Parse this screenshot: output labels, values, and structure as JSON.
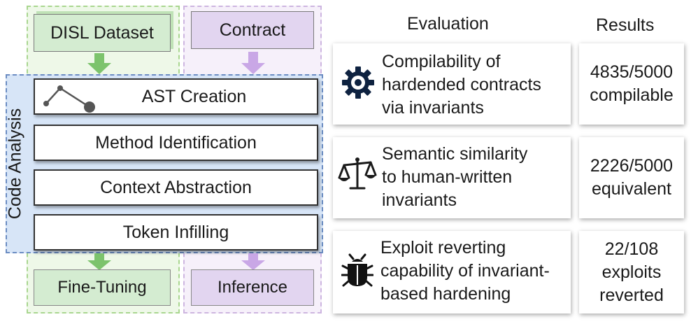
{
  "pipeline": {
    "dataset_label": "DISL Dataset",
    "contract_label": "Contract",
    "code_analysis_label": "Code Analysis",
    "steps": [
      "AST Creation",
      "Method Identification",
      "Context Abstraction",
      "Token Infilling"
    ],
    "finetuning_label": "Fine-Tuning",
    "inference_label": "Inference"
  },
  "headers": {
    "evaluation": "Evaluation",
    "results": "Results"
  },
  "evaluations": [
    {
      "icon": "gear-icon",
      "lines": [
        "Compilability of",
        "hardended contracts",
        "via invariants"
      ],
      "result_lines": [
        "4835/5000",
        "compilable"
      ]
    },
    {
      "icon": "scale-icon",
      "lines": [
        "Semantic similarity",
        "to human-written",
        "invariants"
      ],
      "result_lines": [
        "2226/5000",
        "equivalent"
      ]
    },
    {
      "icon": "bug-icon",
      "lines": [
        "Exploit reverting",
        "capability of invariant-",
        "based hardening"
      ],
      "result_lines": [
        "22/108",
        "exploits",
        "reverted"
      ]
    }
  ],
  "colors": {
    "green_fill": "#d4ecd1",
    "purple_fill": "#e2d5f0",
    "code_panel": "#d7e5f7",
    "green_arrow": "#7cc36c",
    "purple_arrow": "#c9a7e6",
    "icon_dark": "#0e2240"
  }
}
